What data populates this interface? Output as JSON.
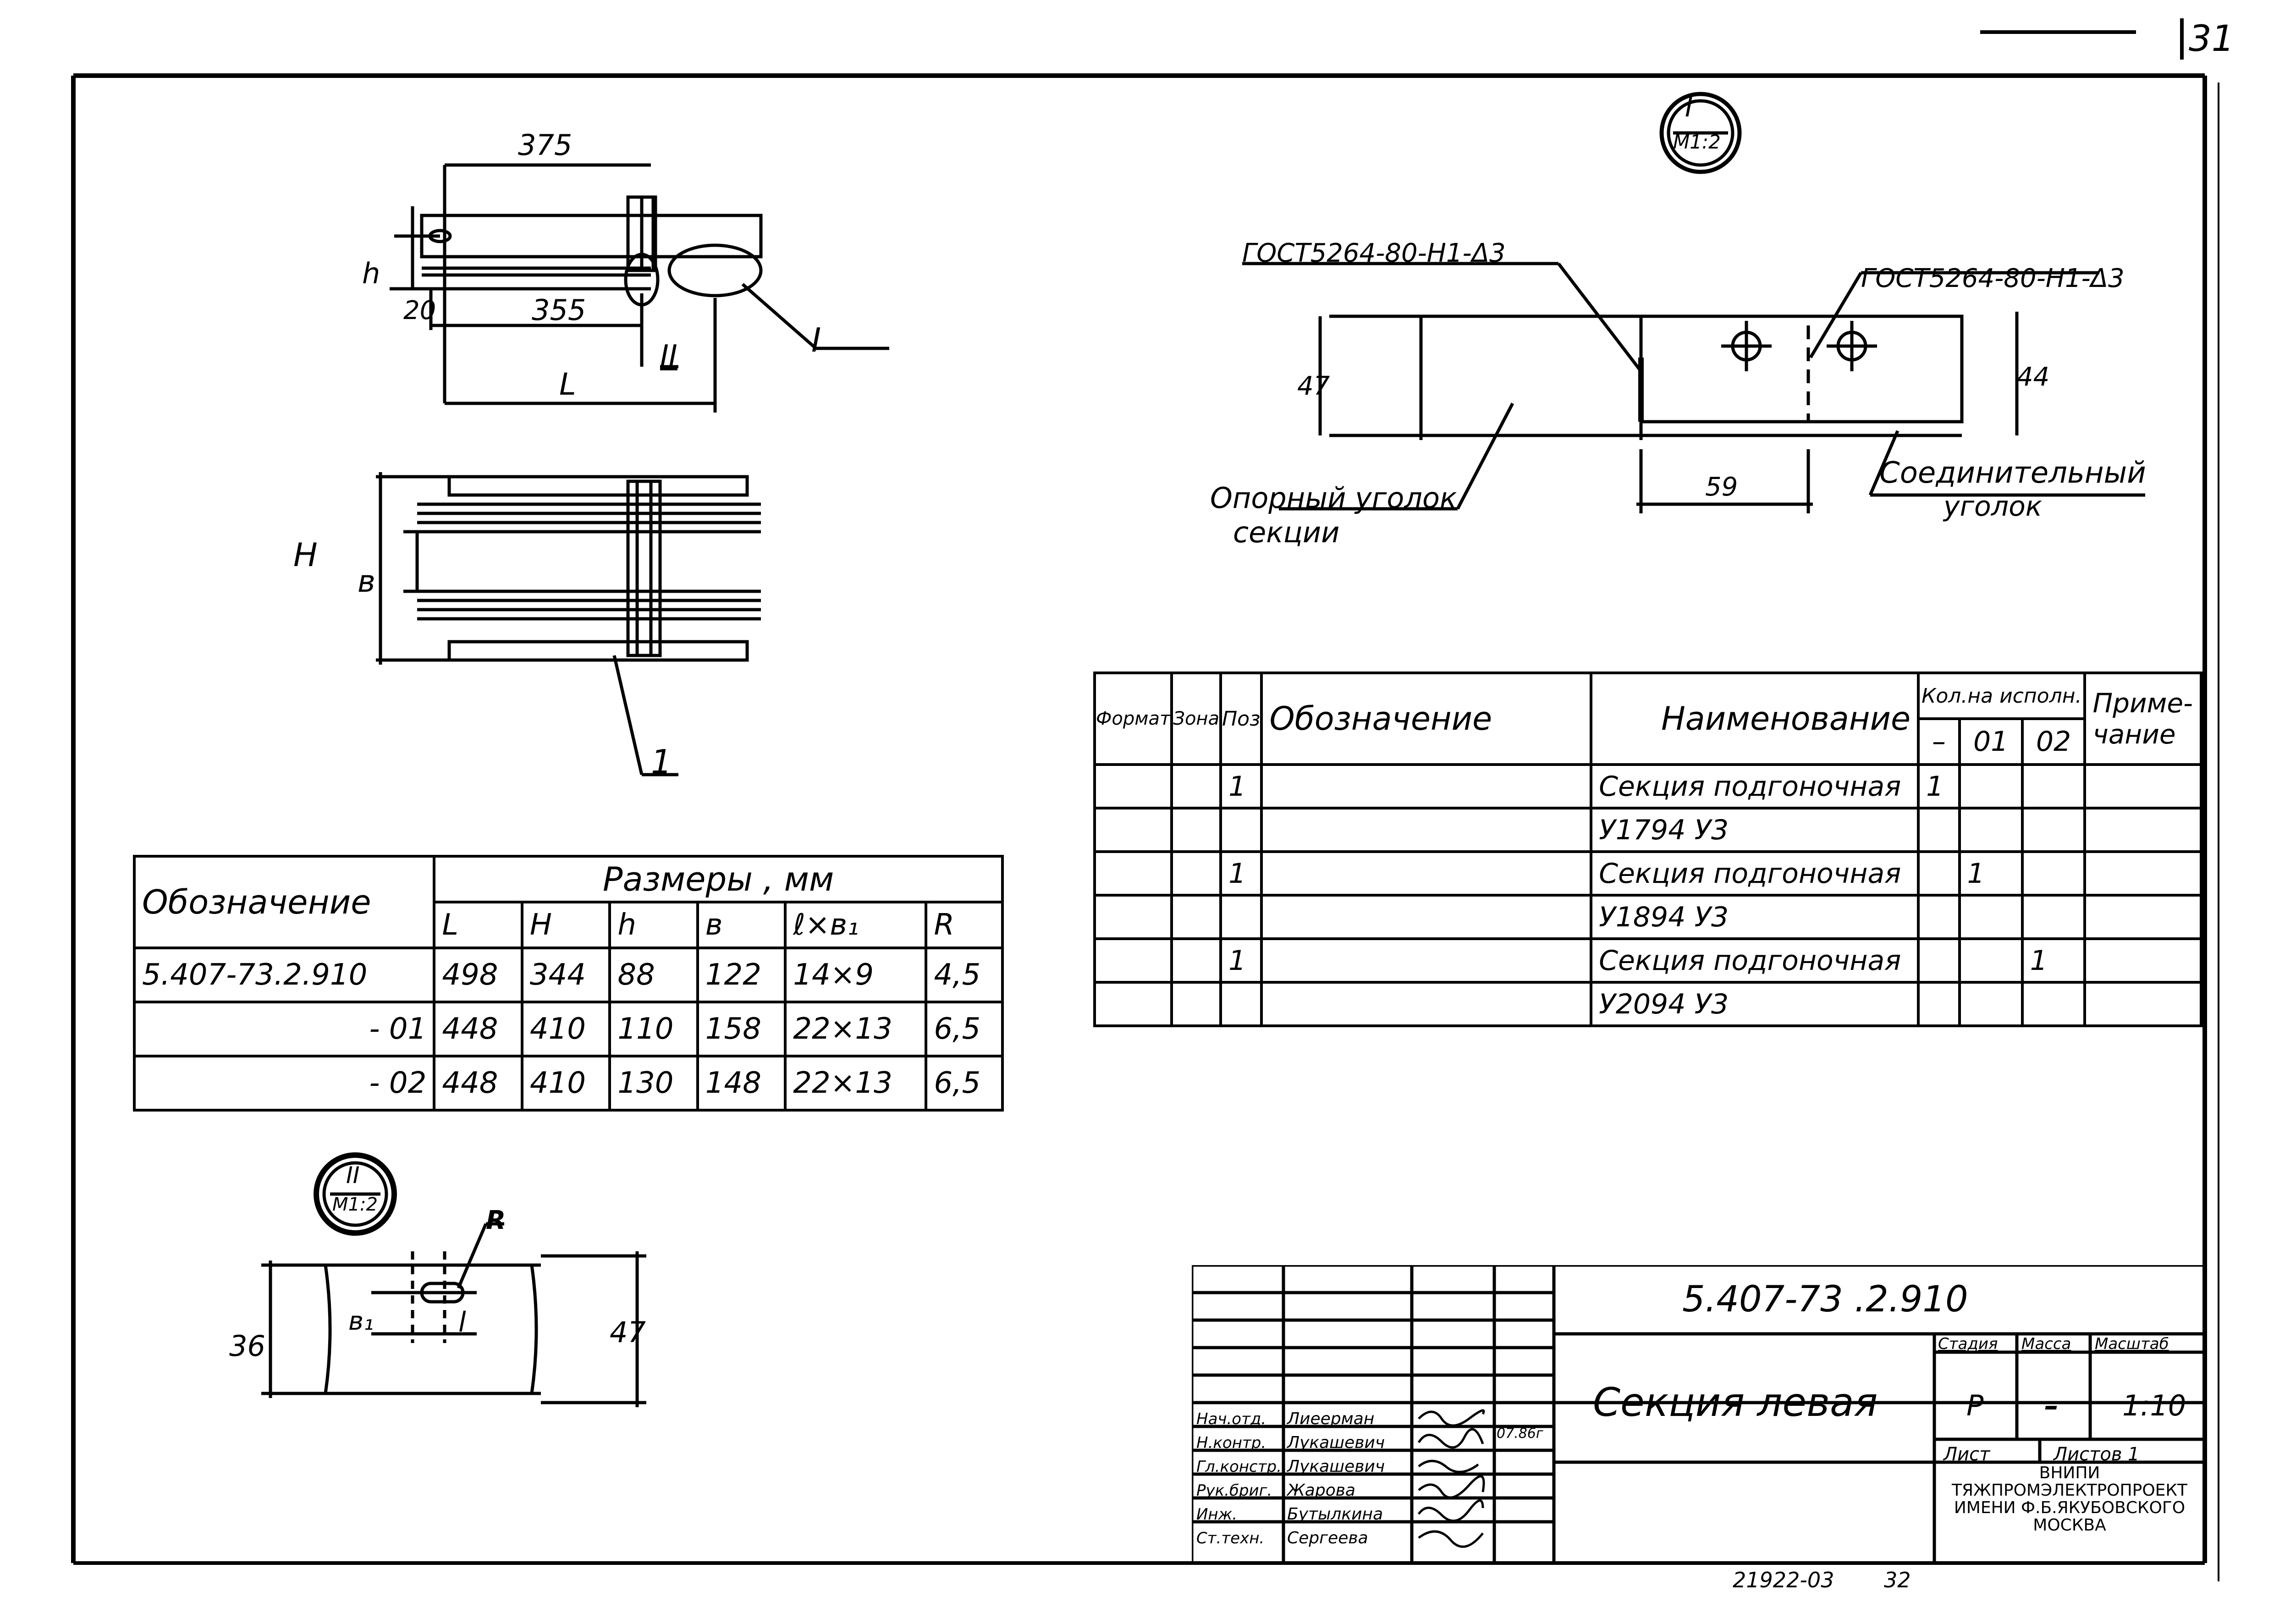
{
  "sheet_no": "31",
  "view_top": {
    "dim_375": "375",
    "dim_h": "h",
    "dim_20": "20",
    "dim_355": "355",
    "dim_L": "L",
    "callout_II": "II",
    "callout_I": "I"
  },
  "view_plan": {
    "dim_H": "H",
    "dim_b": "в",
    "pos_1": "1"
  },
  "detail_I": {
    "badge_top": "I",
    "badge_bottom": "M1:2",
    "weld_left": "ГОСТ5264-80-Н1-Δ3",
    "weld_right": "ГОСТ5264-80-Н1-Δ3",
    "dim_47": "47",
    "dim_44": "44",
    "dim_59": "59",
    "label_support": [
      "Опорный уголок",
      "секции"
    ],
    "label_connector": [
      "Соединительный",
      "уголок"
    ]
  },
  "detail_II": {
    "badge_top": "II",
    "badge_bottom": "M1:2",
    "dim_36": "36",
    "dim_47": "47",
    "dim_R": "R",
    "dim_b1": "в₁",
    "dim_l": "l"
  },
  "dims_table": {
    "title_col": "Обозначение",
    "group": "Размеры , мм",
    "columns": [
      "L",
      "H",
      "h",
      "в",
      "ℓ×в₁",
      "R"
    ],
    "rows": [
      {
        "name": "5.407-73.2.910",
        "values": [
          "498",
          "344",
          "88",
          "122",
          "14×9",
          "4,5"
        ]
      },
      {
        "name": "- 01",
        "values": [
          "448",
          "410",
          "110",
          "158",
          "22×13",
          "6,5"
        ]
      },
      {
        "name": "- 02",
        "values": [
          "448",
          "410",
          "130",
          "148",
          "22×13",
          "6,5"
        ]
      }
    ]
  },
  "spec_table": {
    "headers": {
      "format": "Формат",
      "zone": "Зона",
      "pos": "Поз",
      "designation": "Обозначение",
      "name": "Наименование",
      "qty": "Кол.на исполн.",
      "note": "Приме-чание",
      "qty_cols": [
        "–",
        "01",
        "02"
      ]
    },
    "rows": [
      {
        "pos": "1",
        "name": "Секция подгоночная",
        "q0": "1",
        "q1": "",
        "q2": ""
      },
      {
        "pos": "",
        "name": "У1794 У3",
        "q0": "",
        "q1": "",
        "q2": ""
      },
      {
        "pos": "1",
        "name": "Секция подгоночная",
        "q0": "",
        "q1": "1",
        "q2": ""
      },
      {
        "pos": "",
        "name": "У1894 У3",
        "q0": "",
        "q1": "",
        "q2": ""
      },
      {
        "pos": "1",
        "name": "Секция подгоночная",
        "q0": "",
        "q1": "",
        "q2": "1"
      },
      {
        "pos": "",
        "name": "У2094 У3",
        "q0": "",
        "q1": "",
        "q2": ""
      }
    ]
  },
  "title_block": {
    "code": "5.407-73 .2.910",
    "title": "Секция левая",
    "stage_label": "Стадия",
    "mass_label": "Масса",
    "scale_label": "Масштаб",
    "stage": "Р",
    "mass": "–",
    "scale": "1:10",
    "sheet_label": "Лист",
    "sheets_label": "Листов 1",
    "org": [
      "ВНИПИ",
      "ТЯЖПРОМЭЛЕКТРОПРОЕКТ",
      "ИМЕНИ Ф.Б.ЯКУБОВСКОГО",
      "МОСКВА"
    ],
    "date": "07.86г",
    "people": [
      {
        "role": "Нач.отд.",
        "name": "Лиеерман"
      },
      {
        "role": "Н.контр.",
        "name": "Лукашевич"
      },
      {
        "role": "Гл.констр.",
        "name": "Лукашевич"
      },
      {
        "role": "Рук.бриг.",
        "name": "Жарова"
      },
      {
        "role": "Инж.",
        "name": "Бутылкина"
      },
      {
        "role": "Ст.техн.",
        "name": "Сергеева"
      }
    ]
  },
  "footer": {
    "archive": "21922-03",
    "page": "32"
  }
}
